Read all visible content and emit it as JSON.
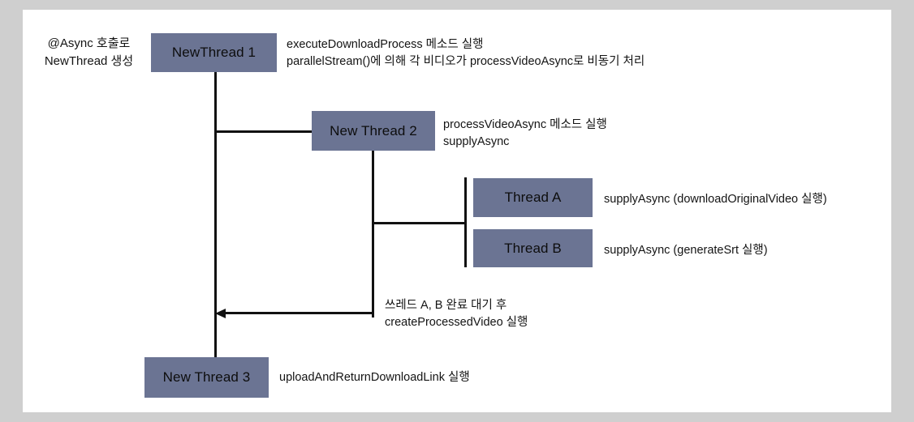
{
  "diagram": {
    "title_note_left": "@Async 호출로\nNewThread 생성",
    "boxes": [
      {
        "id": "thread1",
        "label": "NewThread 1"
      },
      {
        "id": "thread2",
        "label": "New Thread 2"
      },
      {
        "id": "threadA",
        "label": "Thread A"
      },
      {
        "id": "threadB",
        "label": "Thread B"
      },
      {
        "id": "thread3",
        "label": "New Thread 3"
      }
    ],
    "notes": [
      {
        "id": "note-thread1",
        "text": "executeDownloadProcess 메소드 실행\nparallelStream()에 의해 각 비디오가 processVideoAsync로 비동기 처리"
      },
      {
        "id": "note-thread2",
        "text": "processVideoAsync 메소드 실행\nsupplyAsync"
      },
      {
        "id": "note-threadA",
        "text": "supplyAsync (downloadOriginalVideo 실행)"
      },
      {
        "id": "note-threadB",
        "text": "supplyAsync (generateSrt 실행)"
      },
      {
        "id": "note-join",
        "text": "쓰레드 A, B 완료 대기 후\ncreateProcessedVideo 실행"
      },
      {
        "id": "note-thread3",
        "text": "uploadAndReturnDownloadLink 실행"
      }
    ],
    "colors": {
      "box_fill": "#6b7493",
      "board_bg": "#ffffff",
      "frame_bg": "#cfcfcf",
      "line": "#111111",
      "text": "#141414"
    }
  }
}
